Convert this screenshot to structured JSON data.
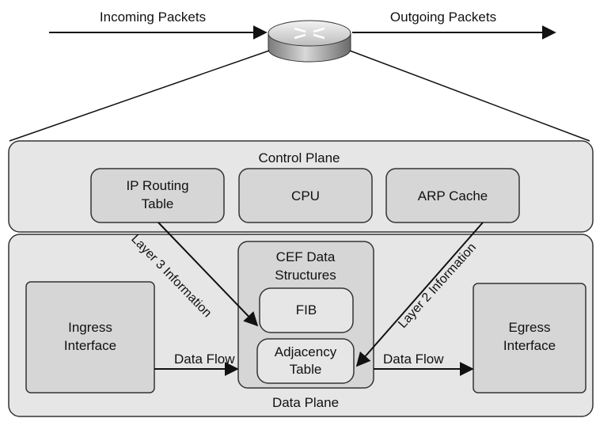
{
  "top": {
    "incoming_label": "Incoming Packets",
    "outgoing_label": "Outgoing Packets"
  },
  "control_plane": {
    "label": "Control Plane",
    "ip_routing_table_line1": "IP Routing",
    "ip_routing_table_line2": "Table",
    "cpu": "CPU",
    "arp_cache": "ARP Cache"
  },
  "data_plane": {
    "label": "Data Plane",
    "cef_line1": "CEF Data",
    "cef_line2": "Structures",
    "fib": "FIB",
    "adjacency_line1": "Adjacency",
    "adjacency_line2": "Table",
    "ingress_line1": "Ingress",
    "ingress_line2": "Interface",
    "egress_line1": "Egress",
    "egress_line2": "Interface",
    "data_flow_left": "Data Flow",
    "data_flow_right": "Data Flow",
    "layer3_info": "Layer 3 Information",
    "layer2_info": "Layer 2 Information"
  },
  "colors": {
    "panel_fill": "#e6e6e6",
    "box_fill": "#d6d6d6",
    "stroke": "#333333"
  },
  "icons": {
    "router": "router-icon"
  }
}
